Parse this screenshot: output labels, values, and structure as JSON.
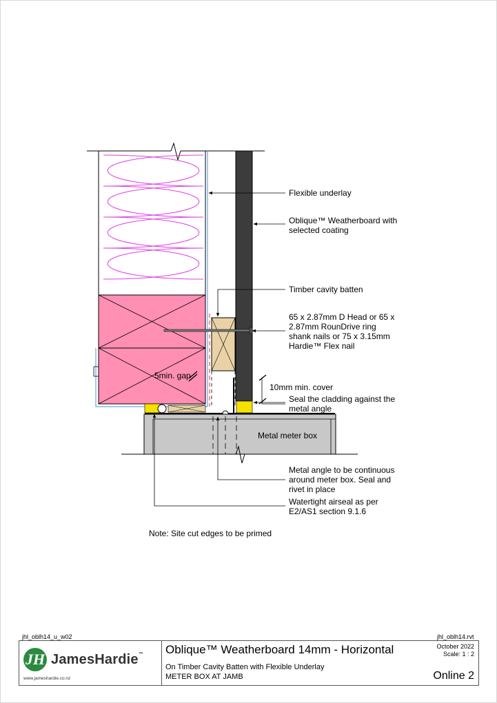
{
  "labels": {
    "flexible_underlay": "Flexible underlay",
    "weatherboard": "Oblique™ Weatherboard with\nselected coating",
    "timber_batten": "Timber cavity batten",
    "nails": "65 x 2.87mm D Head or 65 x\n2.87mm RounDrive ring\nshank nails or 75 x 3.15mm\nHardie™ Flex nail",
    "gap": "5min. gap",
    "cover": "10mm min. cover",
    "seal": "Seal the cladding against the\nmetal angle",
    "meter_box": "Metal meter box",
    "metal_angle": "Metal angle to be continuous\naround meter box. Seal and\nrivet in place",
    "airseal": "Watertight airseal as per\nE2/AS1 section 9.1.6"
  },
  "note": "Note: Site cut edges to be primed",
  "title_block": {
    "ref_left": "jhl_oblh14_u_w02",
    "ref_right": "jhl_oblh14.rvt",
    "logo_mark": "JH",
    "brand": "JamesHardie",
    "tm": "™",
    "website": "www.jameshardie.co.nz",
    "title": "Oblique™ Weatherboard 14mm - Horizontal",
    "subtitle1": "On Timber Cavity Batten with Flexible Underlay",
    "subtitle2": "METER BOX AT JAMB",
    "date": "October 2022",
    "scale": "Scale: 1 : 2",
    "online": "Online 2"
  },
  "colors": {
    "insulation": "#e040e0",
    "framing": "#ff8fb3",
    "cladding": "#3c3c3c",
    "batten": "#e8d2a6",
    "sealant": "#f5e000",
    "meter_box": "#c8c8c8",
    "underlay": "#4a90d9",
    "brand_green": "#2a8a3e"
  }
}
